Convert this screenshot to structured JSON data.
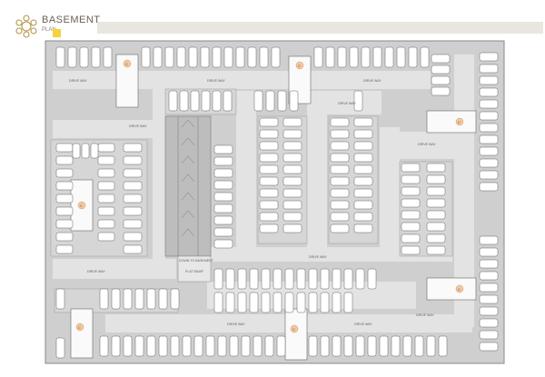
{
  "header": {
    "title": "BASEMENT",
    "subtitle": "PLAN",
    "accent_color": "#f5d33a",
    "banner_color": "#e9e6df"
  },
  "plan": {
    "drive_way_label": "DRIVE WAY",
    "down_ramp_label": "DOWN TO BASEMENT",
    "flat_ramp_label": "FLAT RAMP",
    "core_label": "C",
    "car_color": "#ffffff",
    "slab_color": "#cfcfcf",
    "road_color": "#e3e3e3",
    "core_color": "#f3c9a0"
  }
}
